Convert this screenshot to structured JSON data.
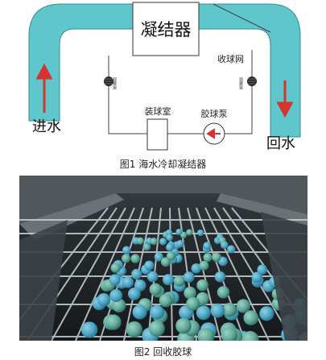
{
  "figure1": {
    "condenser_label": "凝结器",
    "inlet_label": "进水",
    "outlet_label": "回水",
    "collector_net_label": "收球网",
    "ball_chamber_label": "装球室",
    "ball_pump_label": "胶球泵",
    "sight_glass_left_label": "观察窗",
    "sight_glass_right_label": "观察窗",
    "caption": "图1  海水冷却凝结器",
    "colors": {
      "pipe": "#5fc6cc",
      "pipe_edge": "#2f8f96",
      "arrow": "#d6332d"
    }
  },
  "figure2": {
    "caption": "图2  回收胶球",
    "colors": {
      "ball": "#4aa7c6",
      "grid": "#c9d2d6",
      "background": "#1e2326"
    }
  }
}
